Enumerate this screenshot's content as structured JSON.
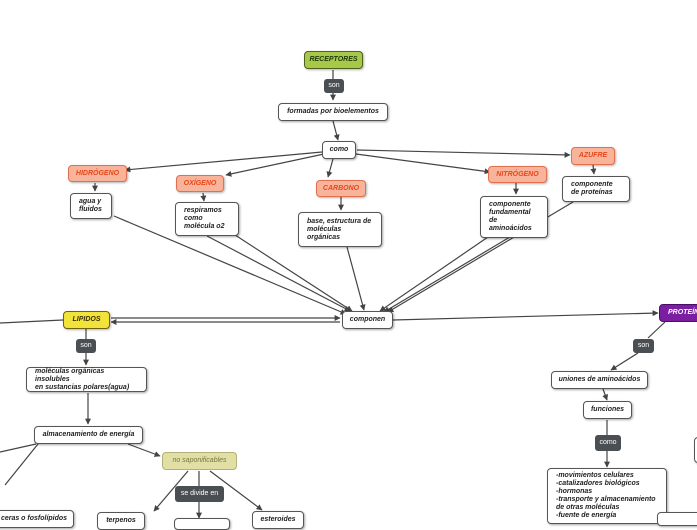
{
  "nodes": {
    "receptores": "RECEPTORES",
    "son_top": "son",
    "formadas": "formadas por bioelementos",
    "como_top": "como",
    "hidrogeno": "HIDRÓGENO",
    "oxigeno": "OXÍGENO",
    "carbono": "CARBONO",
    "nitrogeno": "NITRÓGENO",
    "azufre": "AZUFRE",
    "agua": "agua y\nfluidos",
    "respiramos": "respiramos\ncomo\nmolécula o2",
    "base": "base, estructura de\nmoléculas\norgánicas",
    "componente_fund": "componente\nfundamental\nde\naminoácidos",
    "componente_prot": "componente\nde proteínas",
    "componen": "componen",
    "lipidos": "LIPIDOS",
    "son_lip": "son",
    "moleculas": "moléculas orgánicas insolubles\nen sustancias polares(agua)",
    "almacenamiento": "almacenamiento de energía",
    "no_saponificables": "no saponificables",
    "se_divide": "se divide en",
    "ceras": "ceras o fosfolípidos",
    "terpenos": "terpenos",
    "esteroides": "esteroides",
    "proteinas": "PROTEÍNAS",
    "son_prot": "son",
    "uniones": "uniones de aminoácidos",
    "funciones": "funciones",
    "como_prot": "como",
    "funciones_list": "-movimientos celulares\n-catalizadores biológicos\n-hormonas\n-transporte y almacenamiento\nde otras moléculas\n-fuente de energía"
  }
}
